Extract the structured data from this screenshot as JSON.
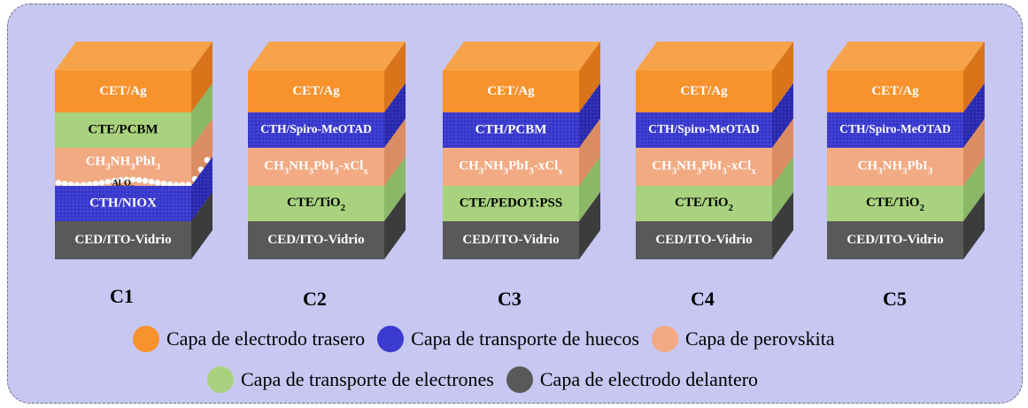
{
  "stacks": [
    {
      "label": "C1",
      "layers": [
        {
          "text": "CET/Ag",
          "type": "back"
        },
        {
          "text": "CTE/PCBM",
          "type": "etl"
        },
        {
          "text": "CH3NH3PbI3",
          "type": "perov",
          "sub": "Al2O3"
        },
        {
          "text": "CTH/NIOX",
          "type": "htl"
        },
        {
          "text": "CED/ITO-Vidrio",
          "type": "front"
        }
      ]
    },
    {
      "label": "C2",
      "layers": [
        {
          "text": "CET/Ag",
          "type": "back"
        },
        {
          "text": "CTH/Spiro-MeOTAD",
          "type": "htl"
        },
        {
          "text": "CH3NH3PbI3-xClx",
          "type": "perov"
        },
        {
          "text": "CTE/TiO2",
          "type": "etl"
        },
        {
          "text": "CED/ITO-Vidrio",
          "type": "front"
        }
      ]
    },
    {
      "label": "C3",
      "layers": [
        {
          "text": "CET/Ag",
          "type": "back"
        },
        {
          "text": "CTH/PCBM",
          "type": "htl"
        },
        {
          "text": "CH3NH3PbI3-xClx",
          "type": "perov"
        },
        {
          "text": "CTE/PEDOT:PSS",
          "type": "etl"
        },
        {
          "text": "CED/ITO-Vidrio",
          "type": "front"
        }
      ]
    },
    {
      "label": "C4",
      "layers": [
        {
          "text": "CET/Ag",
          "type": "back"
        },
        {
          "text": "CTH/Spiro-MeOTAD",
          "type": "htl"
        },
        {
          "text": "CH3NH3PbI3-xClx",
          "type": "perov"
        },
        {
          "text": "CTE/TiO2",
          "type": "etl"
        },
        {
          "text": "CED/ITO-Vidrio",
          "type": "front"
        }
      ]
    },
    {
      "label": "C5",
      "layers": [
        {
          "text": "CET/Ag",
          "type": "back"
        },
        {
          "text": "CTH/Spiro-MeOTAD",
          "type": "htl"
        },
        {
          "text": "CH3NH3PbI3",
          "type": "perov"
        },
        {
          "text": "CTE/TiO2",
          "type": "etl"
        },
        {
          "text": "CED/ITO-Vidrio",
          "type": "front"
        }
      ]
    }
  ],
  "legend": [
    {
      "label": "Capa de electrodo trasero",
      "type": "back"
    },
    {
      "label": "Capa de transporte de huecos",
      "type": "htl"
    },
    {
      "label": "Capa de perovskita",
      "type": "perov"
    },
    {
      "label": "Capa de transporte de electrones",
      "type": "etl"
    },
    {
      "label": "Capa de electrodo delantero",
      "type": "front"
    }
  ],
  "colors": {
    "back": {
      "front": "#f7922d",
      "side": "#d9741a",
      "top": "#f7a34a"
    },
    "htl": {
      "front": "#3b3bd0",
      "side": "#2a2ab0",
      "top": "#4848d8"
    },
    "perov": {
      "front": "#f2aa83",
      "side": "#db8c62",
      "top": "#f5b896"
    },
    "etl": {
      "front": "#a9d27e",
      "side": "#8bb866",
      "top": "#b7dc90"
    },
    "front": {
      "front": "#595959",
      "side": "#3c3c3c",
      "top": "#6a6a6a"
    },
    "panel_bg": "#c7c7f2"
  }
}
